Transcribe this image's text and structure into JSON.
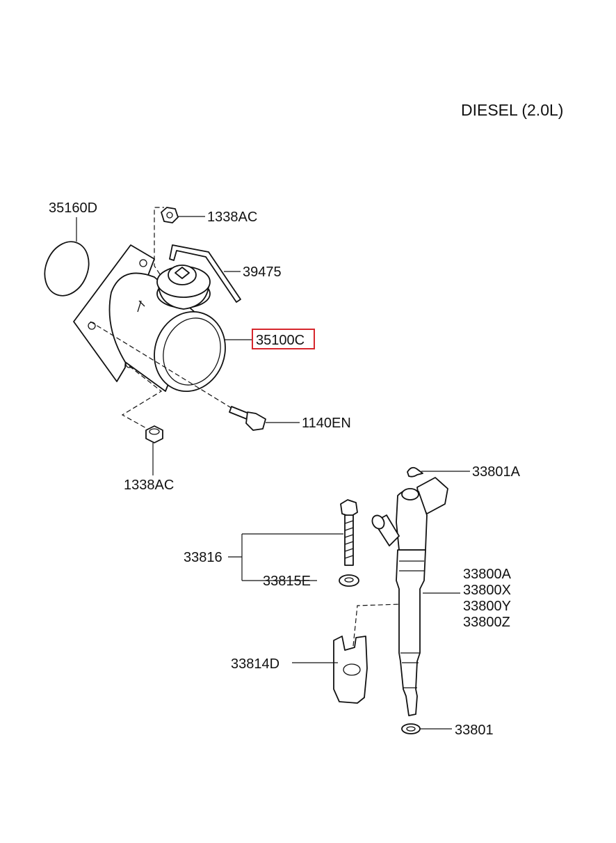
{
  "title": "DIESEL (2.0L)",
  "highlight_color": "#d6262c",
  "parts": {
    "p35160d": "35160D",
    "p1338ac_top": "1338AC",
    "p39475": "39475",
    "p35100c": "35100C",
    "p1140en": "1140EN",
    "p1338ac_bottom": "1338AC",
    "p33801a": "33801A",
    "p33816": "33816",
    "p33815e": "33815E",
    "p33800a": "33800A",
    "p33800x": "33800X",
    "p33800y": "33800Y",
    "p33800z": "33800Z",
    "p33814d": "33814D",
    "p33801": "33801"
  }
}
